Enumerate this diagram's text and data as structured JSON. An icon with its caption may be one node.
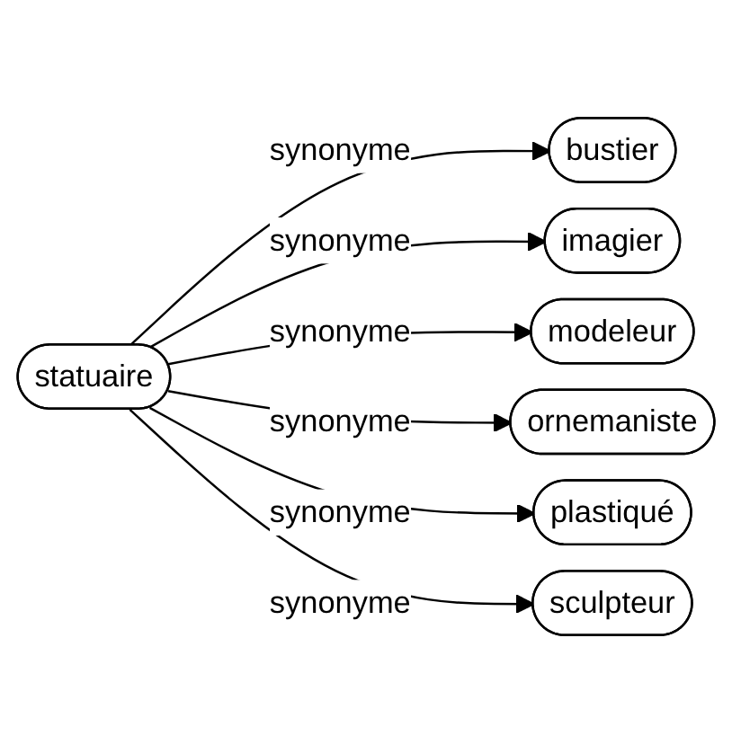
{
  "diagram": {
    "nodes": [
      {
        "text": [
          "statuaire"
        ]
      },
      {
        "text": [
          "bustier"
        ]
      },
      {
        "text": [
          "imagier"
        ]
      },
      {
        "text": [
          "modeleur"
        ]
      },
      {
        "text": [
          "ornemaniste"
        ]
      },
      {
        "text": [
          "plastiqué"
        ]
      },
      {
        "text": [
          "sculpteur"
        ]
      }
    ],
    "edges": [
      {
        "from": 0,
        "to": 1,
        "arrow": "to",
        "label": "synonyme"
      },
      {
        "from": 0,
        "to": 2,
        "arrow": "to",
        "label": "synonyme"
      },
      {
        "from": 0,
        "to": 3,
        "arrow": "to",
        "label": "synonyme"
      },
      {
        "from": 0,
        "to": 4,
        "arrow": "to",
        "label": "synonyme"
      },
      {
        "from": 0,
        "to": 5,
        "arrow": "to",
        "label": "synonyme"
      },
      {
        "from": 0,
        "to": 6,
        "arrow": "to",
        "label": "synonyme"
      }
    ]
  }
}
